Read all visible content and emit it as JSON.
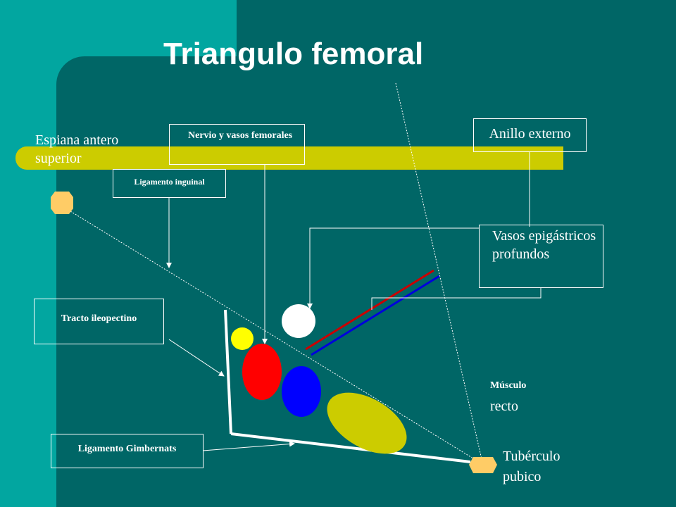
{
  "title": "Triangulo femoral",
  "labels": {
    "espina": "Espiana antero superior",
    "nervio": "Nervio y vasos femorales",
    "ligamento_inguinal": "Ligamento inguinal",
    "anillo_externo": "Anillo externo",
    "vasos_epigastricos": "Vasos epigástricos profundos",
    "tracto": "Tracto ileopectino",
    "musculo_word": "Músculo",
    "recto_word": "recto",
    "gimbernats": "Ligamento Gimbernats",
    "tuberculo": "Tubérculo pubico"
  },
  "colors": {
    "background": "#006666",
    "panel": "#02a6a0",
    "band": "#cccc00",
    "marker": "#ffcc66",
    "nerve": "#ffff00",
    "artery": "#ff0000",
    "vein": "#0000ff",
    "lymph": "#ffffff",
    "muscle": "#cccc00"
  }
}
